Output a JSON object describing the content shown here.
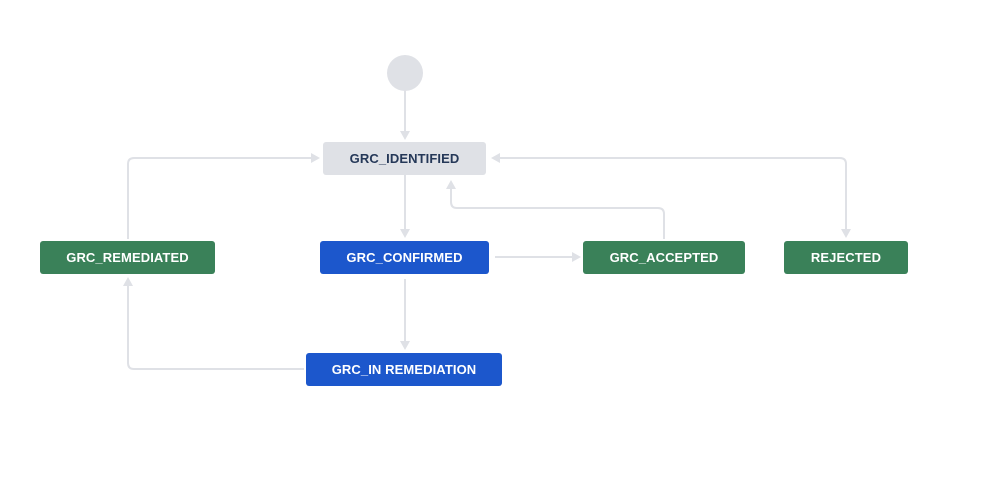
{
  "workflow": {
    "statuses": {
      "identified": {
        "label": "GRC_IDENTIFIED",
        "category": "todo"
      },
      "confirmed": {
        "label": "GRC_CONFIRMED",
        "category": "inprogress"
      },
      "remediated": {
        "label": "GRC_REMEDIATED",
        "category": "done"
      },
      "accepted": {
        "label": "GRC_ACCEPTED",
        "category": "done"
      },
      "rejected": {
        "label": "REJECTED",
        "category": "done"
      },
      "in_remediation": {
        "label": "GRC_IN REMEDIATION",
        "category": "inprogress"
      }
    },
    "transitions": [
      {
        "from": "start",
        "to": "identified"
      },
      {
        "from": "identified",
        "to": "confirmed"
      },
      {
        "from": "confirmed",
        "to": "accepted"
      },
      {
        "from": "confirmed",
        "to": "in_remediation"
      },
      {
        "from": "in_remediation",
        "to": "remediated"
      },
      {
        "from": "remediated",
        "to": "identified"
      },
      {
        "from": "accepted",
        "to": "identified"
      },
      {
        "from": "identified",
        "to": "rejected"
      },
      {
        "from": "rejected",
        "to": "identified"
      }
    ]
  },
  "colors": {
    "todo_bg": "#dfe1e6",
    "todo_text": "#253858",
    "inprogress_bg": "#1c57cc",
    "done_bg": "#3a8159",
    "connector": "#dfe1e6"
  }
}
